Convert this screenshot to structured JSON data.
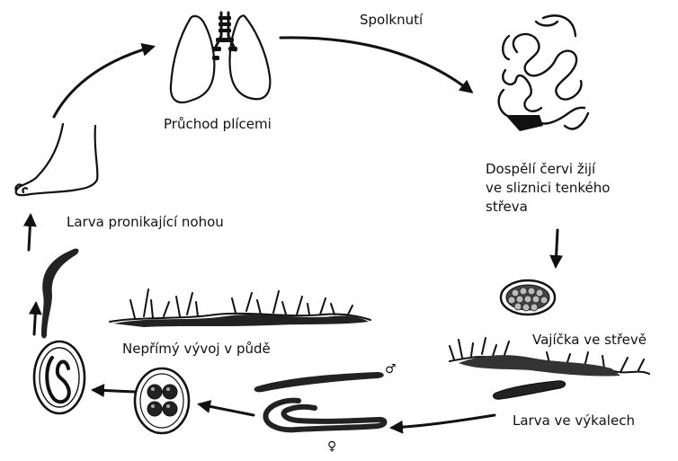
{
  "labels": {
    "swallowed": "Spolknutí",
    "lungs": "Průchod plícemi",
    "adult_line1": "Dospělí červi žijí",
    "adult_line2": "ve sliznici tenkého",
    "adult_line3": "střeva",
    "eggs": "Vajíčka ve střevě",
    "larva_feces": "Larva ve výkalech",
    "soil": "Nepřímý vývoj v půdě",
    "foot": "Larva pronikající nohou",
    "male": "♂",
    "female": "♀"
  },
  "colors": {
    "ink": "#111111",
    "background": "#ffffff"
  },
  "icons": [
    "lungs-icon",
    "intestine-icon",
    "egg-icon",
    "worm-icon",
    "foot-icon",
    "grass-icon",
    "arrow-icon"
  ]
}
